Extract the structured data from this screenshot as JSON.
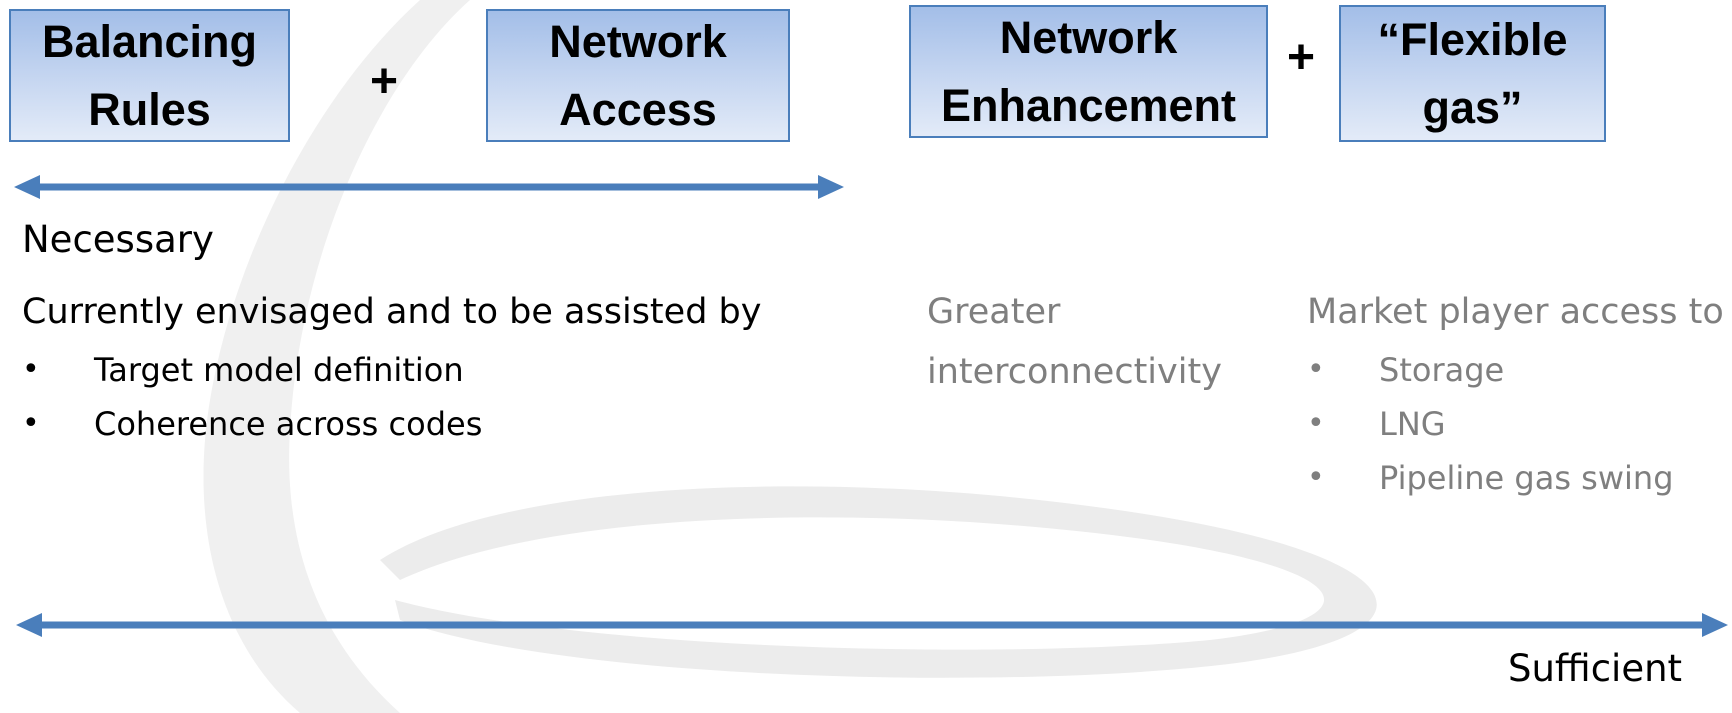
{
  "boxes": {
    "balancing_rules": "Balancing\nRules",
    "network_access": "Network\nAccess",
    "network_enhancement": "Network\nEnhancement",
    "flexible_gas": "“Flexible\ngas”"
  },
  "plus_sign": "+",
  "necessary": {
    "label": "Necessary",
    "intro": "Currently envisaged and to be assisted by",
    "bullets": [
      "Target model definition",
      "Coherence across codes"
    ]
  },
  "enhancement": {
    "line1": "Greater",
    "line2": "interconnectivity"
  },
  "flexible": {
    "intro": "Market player access to",
    "bullets": [
      "Storage",
      "LNG",
      "Pipeline gas swing"
    ]
  },
  "sufficient": {
    "label": "Sufficient"
  },
  "bullet_glyph": "•",
  "colors": {
    "accent_arrow": "#4a7ebb",
    "box_border": "#4a7ebb",
    "grey_text": "#7f7f7f"
  }
}
